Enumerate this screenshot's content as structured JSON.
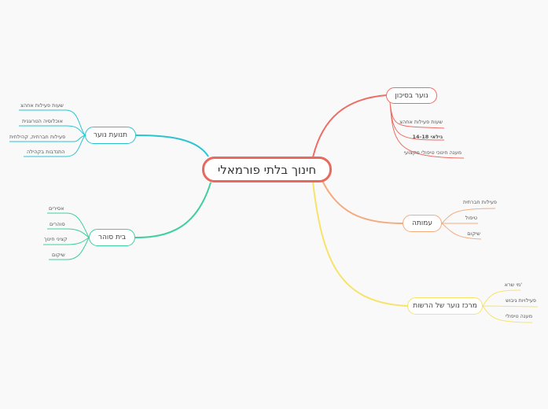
{
  "colors": {
    "root": "#e86a5e",
    "risk": "#ee6c64",
    "city": "#f5ab7d",
    "center": "#f7e36a",
    "youth": "#2bc3cf",
    "school": "#3ecf9a"
  },
  "root": {
    "label": "חינוך בלתי פורמאלי"
  },
  "branches": {
    "risk": {
      "label": "נוער בסיכון",
      "items": [
        "שעות פעילות אחהצ",
        "גילאי 14-18",
        "מענה חינוכי טיפולי מקצועי"
      ]
    },
    "city": {
      "label": "עמותה",
      "items": [
        "פעילות חברתית",
        "טיפול",
        "שיקום"
      ]
    },
    "center": {
      "label": "מרכז נוער של הרשות",
      "items": [
        "'מי שרא",
        "פעילויות גיבוש",
        "מענה טיפולי"
      ]
    },
    "youth": {
      "label": "תנועת נוער",
      "items": [
        "שעות פעילות אחהצ",
        "אוכלוסיה הטרוגנית",
        "פעילות חברתית, קהילתית",
        "התנדבות בקהילה"
      ]
    },
    "school": {
      "label": "בית סוהר",
      "items": [
        "אסירים",
        "סוהרים",
        "קציני חינוך",
        "שיקום"
      ]
    }
  }
}
